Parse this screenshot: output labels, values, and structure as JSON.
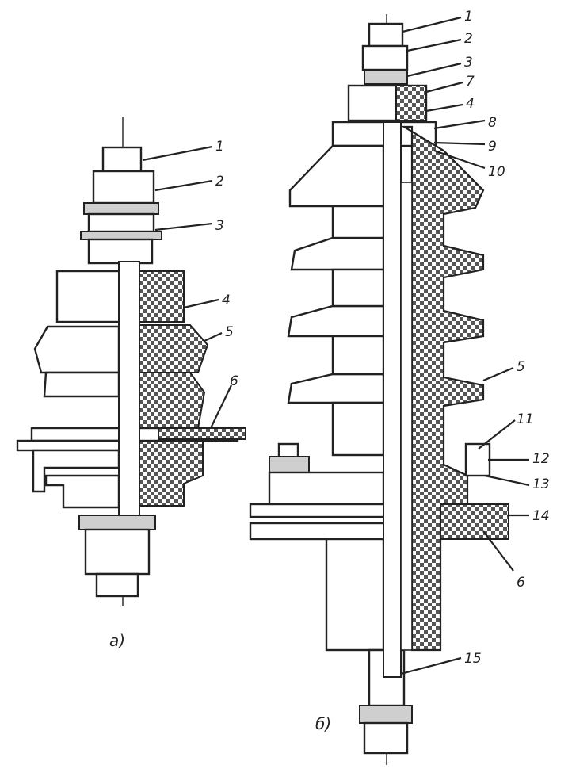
{
  "figure": {
    "left_caption": "а)",
    "right_caption": "б)",
    "left_labels": [
      "1",
      "2",
      "3",
      "4",
      "5",
      "6"
    ],
    "right_labels": [
      "1",
      "2",
      "3",
      "7",
      "4",
      "8",
      "9",
      "10",
      "5",
      "11",
      "12",
      "13",
      "14",
      "6",
      "15"
    ]
  },
  "colors": {
    "line": "#222222",
    "background": "#ffffff",
    "filler": "#9a9a9a"
  }
}
